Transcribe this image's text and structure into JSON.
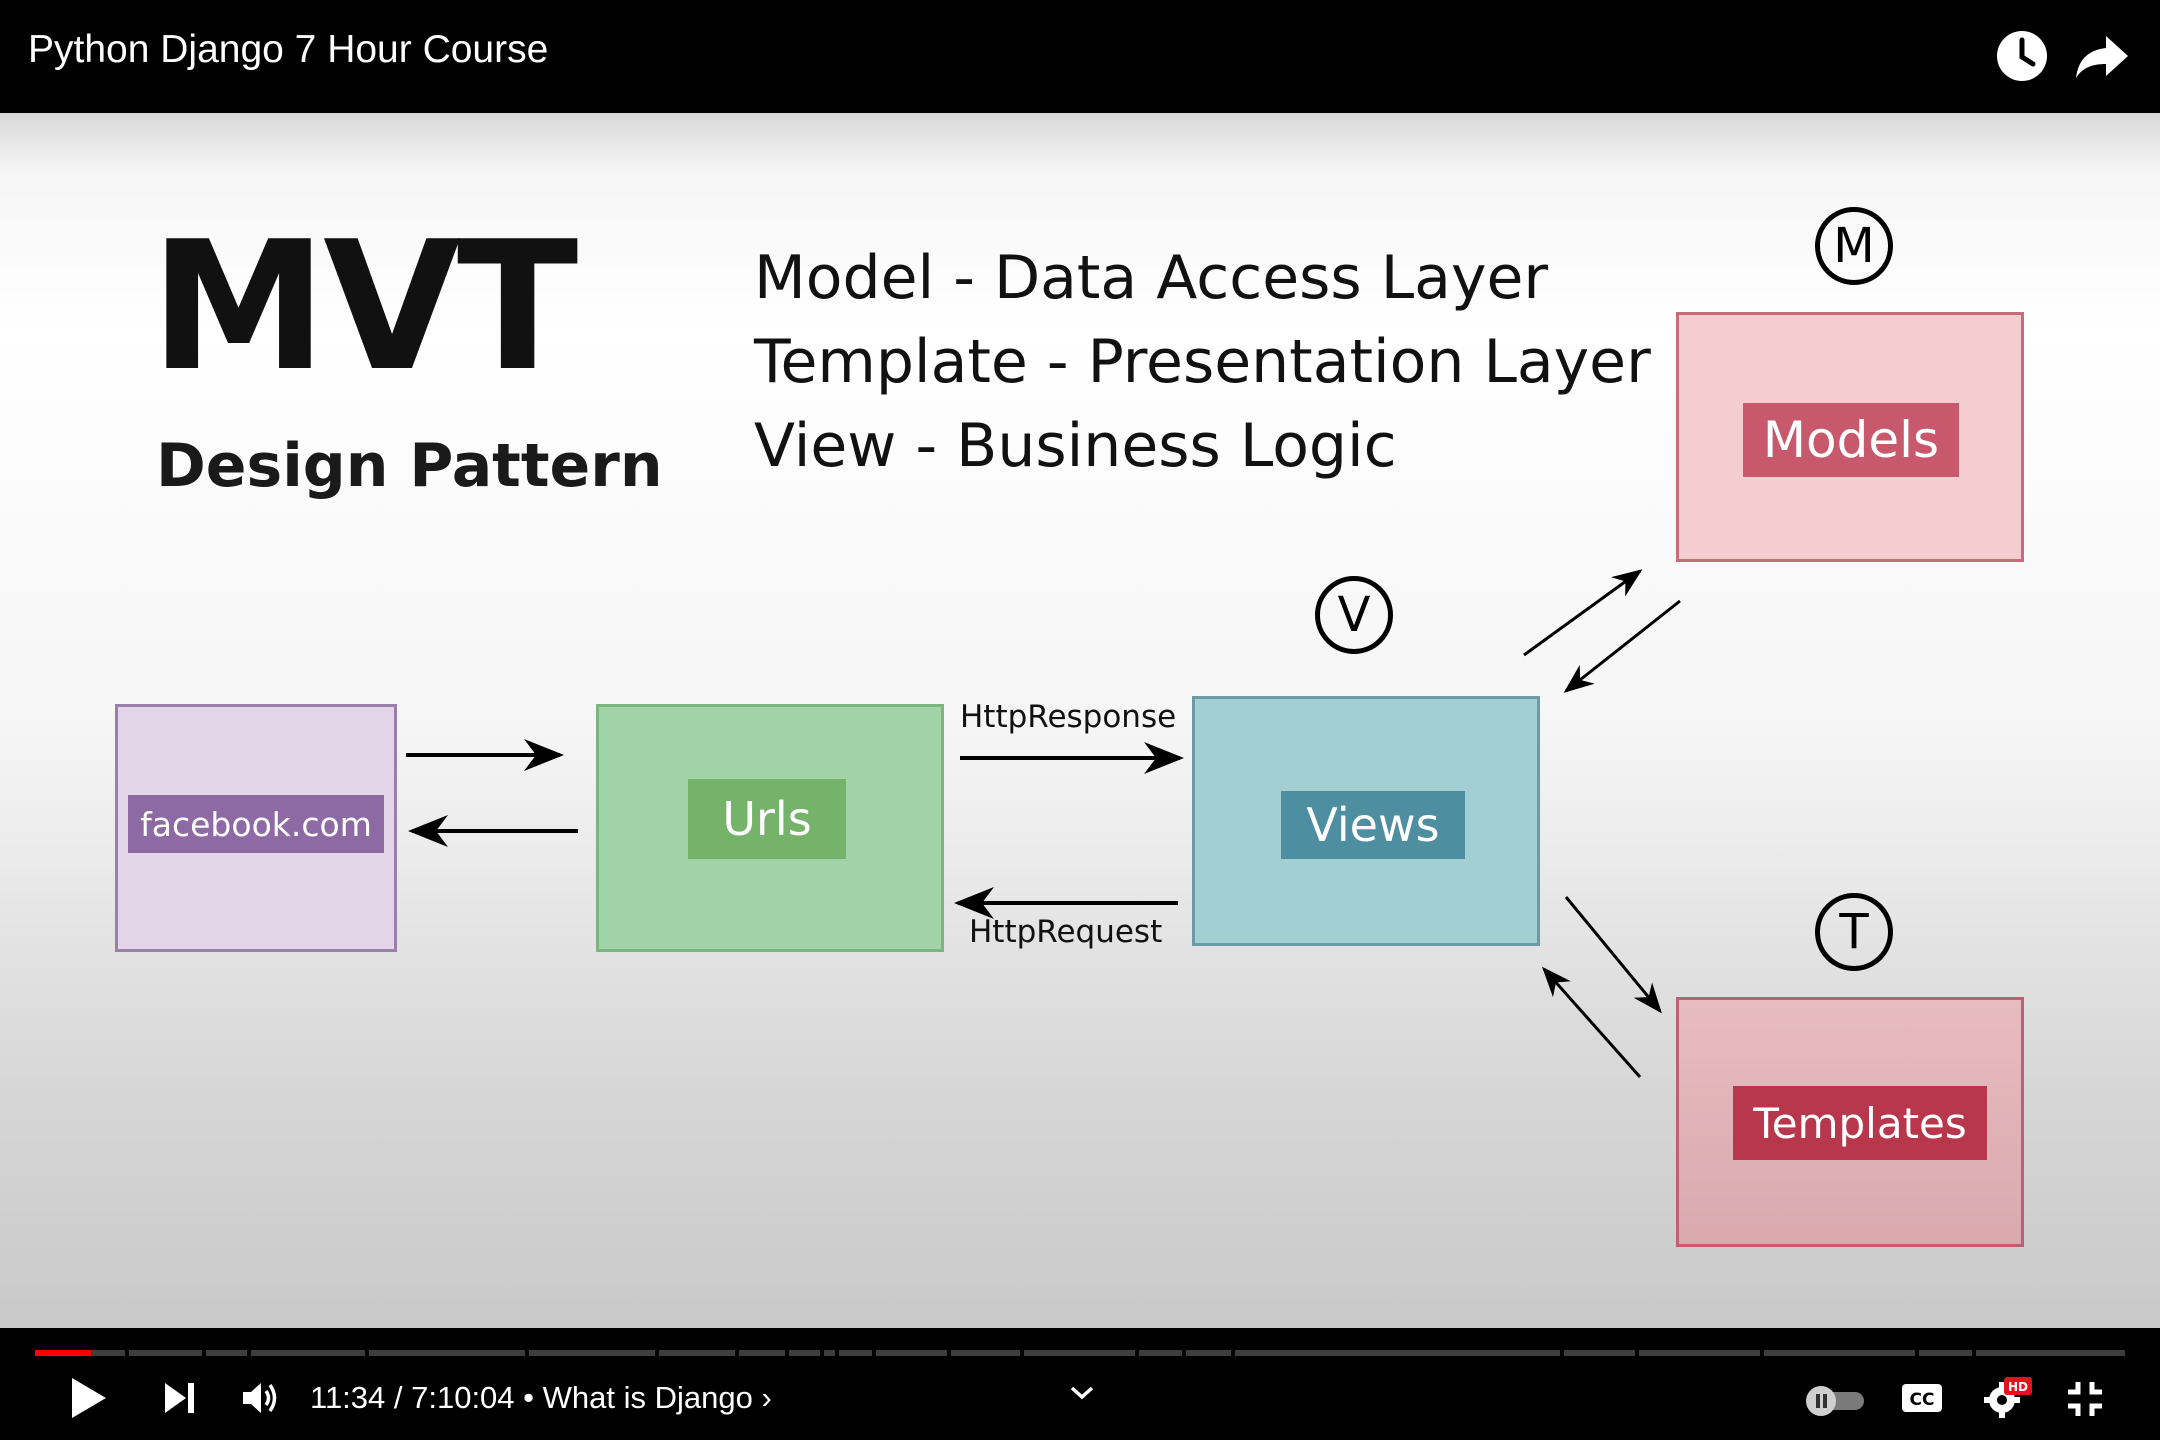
{
  "header": {
    "title": "Python Django 7 Hour Course",
    "watch_later_icon": "clock-icon",
    "share_icon": "share-arrow-icon"
  },
  "slide": {
    "heading": "MVT",
    "subheading": "Design Pattern",
    "layers": [
      "Model - Data Access Layer",
      "Template - Presentation Layer",
      "View - Business Logic"
    ],
    "boxes": {
      "client": "facebook.com",
      "urls": "Urls",
      "views": "Views",
      "models": "Models",
      "templates": "Templates"
    },
    "circle_labels": {
      "model": "M",
      "view": "V",
      "template": "T"
    },
    "arrow_labels": {
      "response": "HttpResponse",
      "request": "HttpRequest"
    },
    "colors": {
      "client_fill": "#e3d5e8",
      "client_border": "#9b7fab",
      "client_label": "#8e6aa5",
      "urls_fill": "#a2d2a8",
      "urls_border": "#7cb580",
      "urls_label": "#75b26a",
      "views_fill": "#a3cfd2",
      "views_border": "#6e9aa6",
      "views_label": "#4d8ea0",
      "models_fill": "#f3cdcf",
      "models_border": "#c96c7a",
      "models_label": "#c8586b",
      "templates_fill": "#e3b4b8",
      "templates_border": "#c05f70",
      "templates_label": "#b8374c"
    }
  },
  "player": {
    "progress_fraction": 0.027,
    "time": "11:34 / 7:10:04",
    "chapter_separator": "•",
    "chapter": "What is Django",
    "chapter_chevron": "›",
    "icons": {
      "play": "play-icon",
      "next": "next-icon",
      "volume": "volume-icon",
      "chevron": "chevron-down-icon",
      "autoplay": "autoplay-toggle-icon",
      "captions": "captions-icon",
      "settings": "settings-icon",
      "exit_fullscreen": "exit-fullscreen-icon"
    },
    "hd_badge": "HD",
    "cc_label": "CC"
  }
}
